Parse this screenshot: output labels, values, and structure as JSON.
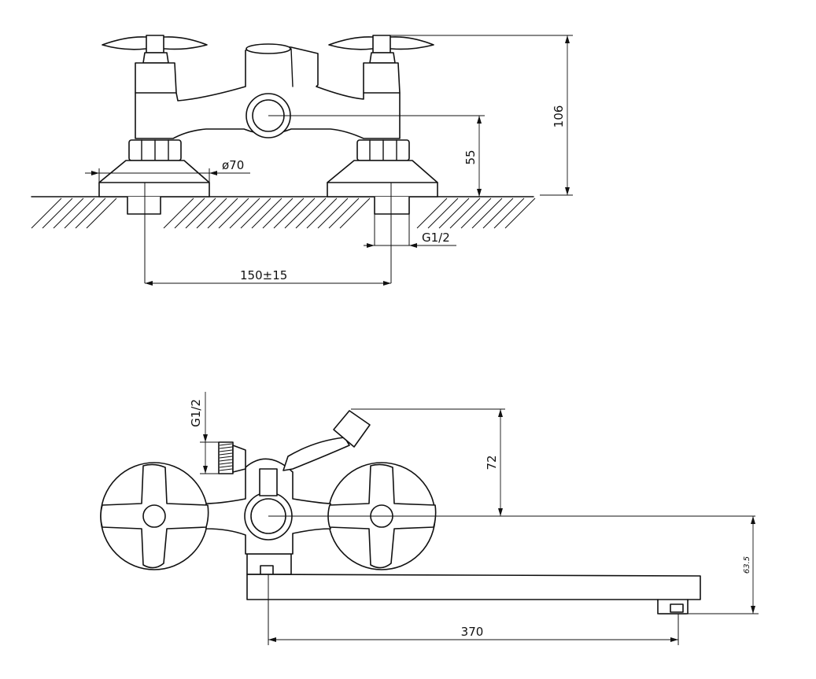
{
  "front_view": {
    "dims": {
      "height_total": "106",
      "height_outlet": "55",
      "flange_diameter": "ø70",
      "inlet_thread": "G1/2",
      "center_distance": "150±15"
    }
  },
  "top_view": {
    "dims": {
      "shower_thread": "G1/2",
      "lever_height": "72",
      "spout_length": "370",
      "spout_height": "63.5"
    }
  }
}
